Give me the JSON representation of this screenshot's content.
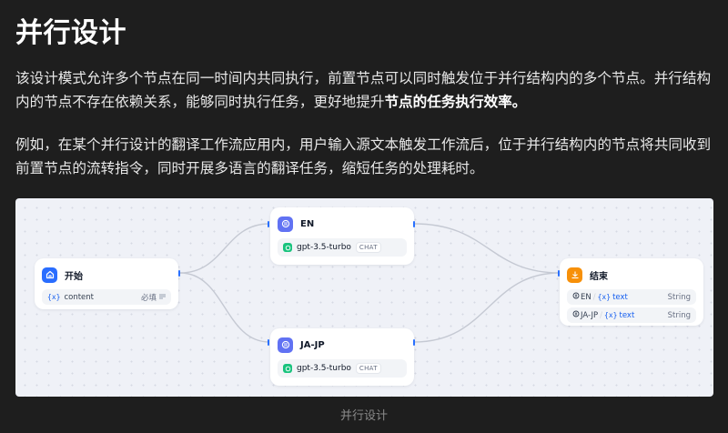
{
  "title": "并行设计",
  "paragraphs": {
    "p1_part1": "该设计模式允许多个节点在同一时间内共同执行，前置节点可以同时触发位于并行结构内的多个节点。并行结构内的节点不存在依赖关系，能够同时执行任务，更好地提升",
    "p1_bold": "节点的任务执行效率。",
    "p2": "例如，在某个并行设计的翻译工作流应用内，用户输入源文本触发工作流后，位于并行结构内的节点将共同收到前置节点的流转指令，同时开展多语言的翻译任务，缩短任务的处理耗时。"
  },
  "diagram": {
    "colors": {
      "start_icon_bg": "#296dff",
      "llm_icon_bg": "#6172f3",
      "end_icon_bg": "#f79009",
      "edge": "#c5c9d3",
      "handle": "#2970ff"
    },
    "start_node": {
      "icon": "home-icon",
      "title": "开始",
      "variable": {
        "mark": "{x}",
        "name": "content",
        "required": "必填",
        "type_icon": "text-lines-icon"
      }
    },
    "llm_nodes": [
      {
        "icon": "llm-brain-icon",
        "title": "EN",
        "model": "gpt-3.5-turbo",
        "mode": "CHAT",
        "model_icon": "openai-icon"
      },
      {
        "icon": "llm-brain-icon",
        "title": "JA-JP",
        "model": "gpt-3.5-turbo",
        "mode": "CHAT",
        "model_icon": "openai-icon"
      }
    ],
    "end_node": {
      "icon": "end-flag-icon",
      "title": "结束",
      "outputs": [
        {
          "node": "EN",
          "sep": "/",
          "mark": "{x}",
          "var": "text",
          "type": "String"
        },
        {
          "node": "JA-JP",
          "sep": "/",
          "mark": "{x}",
          "var": "text",
          "type": "String"
        }
      ]
    }
  },
  "caption": "并行设计"
}
